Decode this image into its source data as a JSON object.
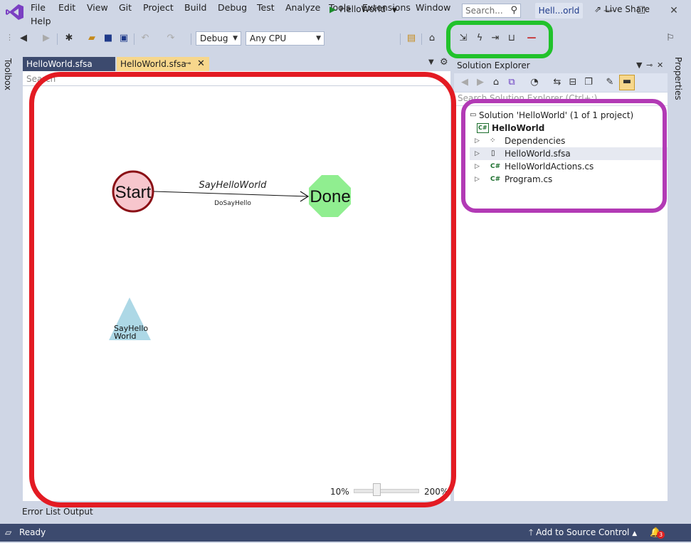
{
  "window": {
    "search_placeholder": "Search...",
    "title": "Hell...orld"
  },
  "menu": {
    "items": [
      "File",
      "Edit",
      "View",
      "Git",
      "Project",
      "Build",
      "Debug",
      "Test",
      "Analyze",
      "Tools",
      "Extensions",
      "Window",
      "Help"
    ]
  },
  "toolbar": {
    "config": "Debug",
    "platform": "Any CPU",
    "run_target": "HelloWorld",
    "live_share": "Live Share"
  },
  "side": {
    "toolbox": "Toolbox",
    "properties": "Properties"
  },
  "tabs": [
    {
      "label": "HelloWorld.sfsa",
      "active": false
    },
    {
      "label": "HelloWorld.sfsa",
      "active": true
    }
  ],
  "editor": {
    "search_placeholder": "Search",
    "diagram": {
      "start_state": "Start",
      "done_state": "Done",
      "transition_label": "SayHelloWorld",
      "transition_action": "DoSayHello",
      "action_node_line1": "SayHello",
      "action_node_line2": "World"
    },
    "zoom": {
      "min": "10%",
      "max": "200%",
      "value_fraction": 0.35
    }
  },
  "solution_explorer": {
    "title": "Solution Explorer",
    "search_placeholder": "Search Solution Explorer (Ctrl+;)",
    "solution": "Solution 'HelloWorld' (1 of 1 project)",
    "project": "HelloWorld",
    "items": [
      {
        "label": "Dependencies",
        "icon": "dependencies-icon"
      },
      {
        "label": "HelloWorld.sfsa",
        "icon": "file-icon"
      },
      {
        "label": "HelloWorldActions.cs",
        "icon": "csharp-icon"
      },
      {
        "label": "Program.cs",
        "icon": "csharp-icon"
      }
    ]
  },
  "bottom": {
    "error_list": "Error List",
    "output": "Output"
  },
  "status": {
    "ready": "Ready",
    "source_control": "Add to Source Control",
    "notifications": "3"
  },
  "colors": {
    "highlight_red": "#e31b23",
    "highlight_green": "#21c22b",
    "highlight_purple": "#b23ab5",
    "start_fill": "#f7c6cd",
    "start_stroke": "#8b1016",
    "done_fill": "#90ee90",
    "action_fill": "#add8e6"
  }
}
